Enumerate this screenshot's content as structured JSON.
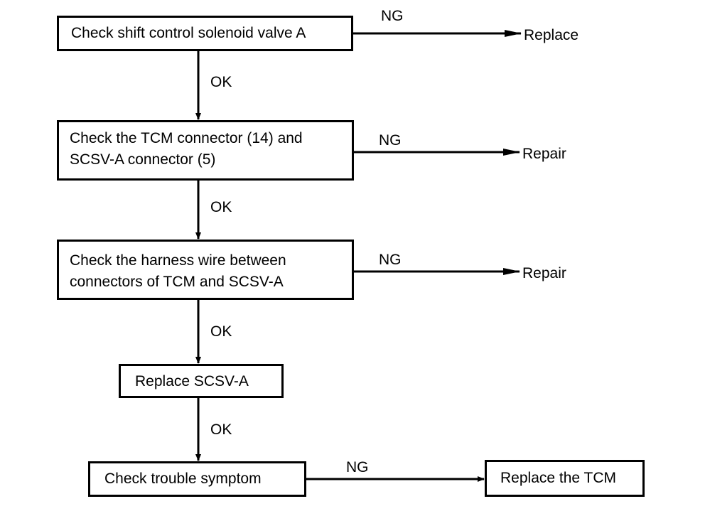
{
  "steps": [
    {
      "lines": [
        "Check shift control solenoid valve A"
      ]
    },
    {
      "lines": [
        "Check the TCM connector (14) and",
        "SCSV-A connector (5)"
      ]
    },
    {
      "lines": [
        "Check the harness wire between",
        "connectors of TCM and SCSV-A"
      ]
    },
    {
      "lines": [
        "Replace SCSV-A"
      ]
    },
    {
      "lines": [
        "Check trouble symptom"
      ]
    },
    {
      "lines": [
        "Replace the TCM"
      ]
    }
  ],
  "ok_labels": [
    "OK",
    "OK",
    "OK",
    "OK"
  ],
  "ng_labels": [
    "NG",
    "NG",
    "NG",
    "NG"
  ],
  "outcomes": [
    "Replace",
    "Repair",
    "Repair"
  ],
  "colors": {
    "line": "#000000",
    "background": "#ffffff"
  }
}
